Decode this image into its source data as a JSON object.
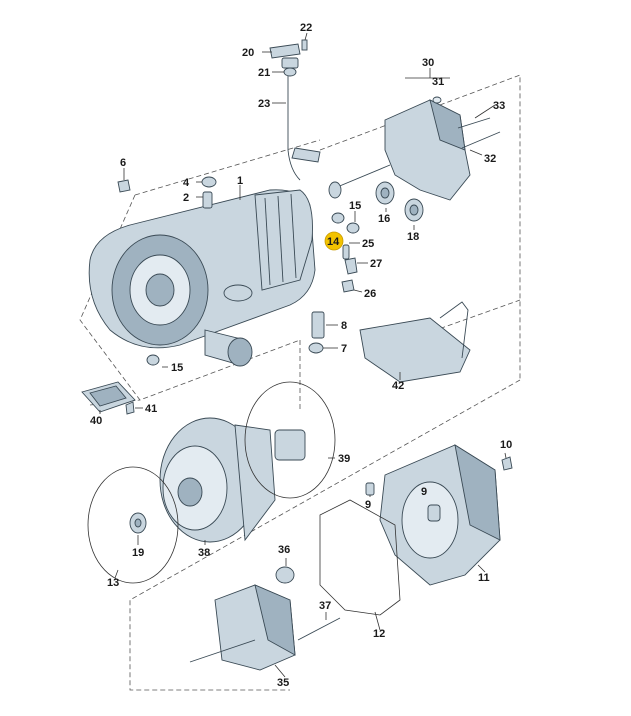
{
  "diagram": {
    "labels": {
      "p1": "1",
      "p2": "2",
      "p4": "4",
      "p6": "6",
      "p7": "7",
      "p8": "8",
      "p9a": "9",
      "p9b": "9",
      "p10": "10",
      "p11": "11",
      "p12": "12",
      "p13": "13",
      "p14": "14",
      "p15a": "15",
      "p15b": "15",
      "p16": "16",
      "p18": "18",
      "p19": "19",
      "p20": "20",
      "p21": "21",
      "p22": "22",
      "p23": "23",
      "p25": "25",
      "p26": "26",
      "p27": "27",
      "p30": "30",
      "p31": "31",
      "p32": "32",
      "p33": "33",
      "p35": "35",
      "p36": "36",
      "p37": "37",
      "p38": "38",
      "p39": "39",
      "p40": "40",
      "p41": "41",
      "p42": "42"
    },
    "colors": {
      "highlight": "#f2c200",
      "part_fill": "#c9d6df",
      "part_stroke": "#3a4a55"
    }
  }
}
